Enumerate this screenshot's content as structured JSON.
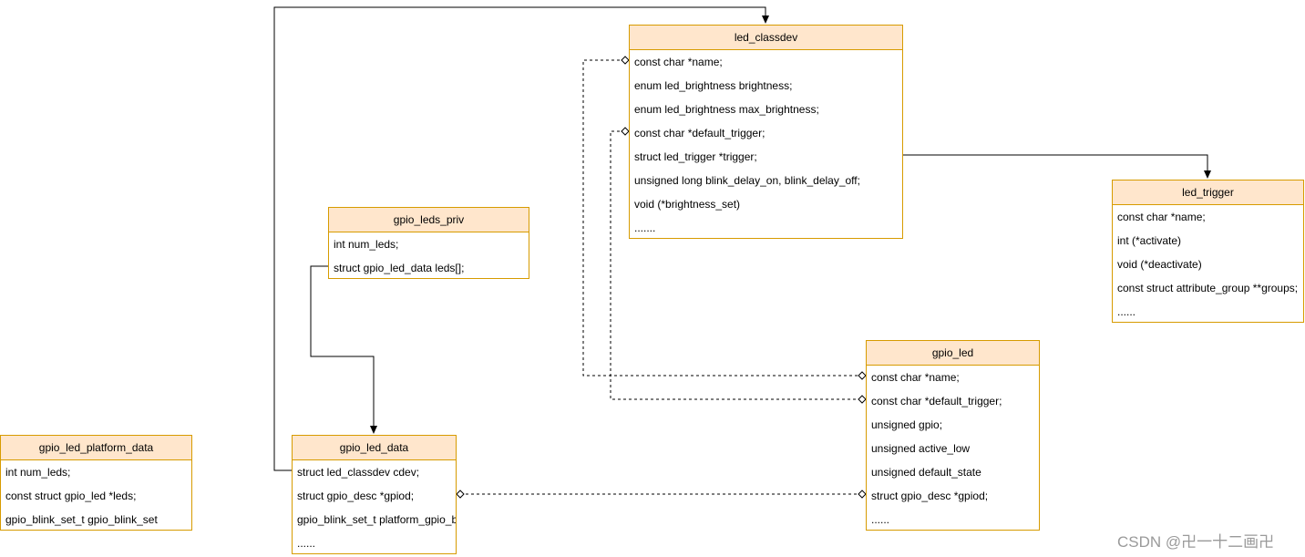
{
  "watermark": "CSDN @卍一十二画卍",
  "structs": {
    "led_classdev": {
      "title": "led_classdev",
      "fields": [
        "const char *name;",
        "enum led_brightness brightness;",
        "enum led_brightness max_brightness;",
        "const char *default_trigger;",
        "struct led_trigger *trigger;",
        "unsigned long blink_delay_on, blink_delay_off;",
        "void (*brightness_set)",
        "......."
      ]
    },
    "led_trigger": {
      "title": "led_trigger",
      "fields": [
        "const char *name;",
        "int (*activate)",
        "void (*deactivate)",
        "const struct attribute_group **groups;",
        "......"
      ]
    },
    "gpio_leds_priv": {
      "title": "gpio_leds_priv",
      "fields": [
        "int num_leds;",
        "struct gpio_led_data leds[];"
      ]
    },
    "gpio_led": {
      "title": "gpio_led",
      "fields": [
        "const char *name;",
        "const char *default_trigger;",
        "unsigned gpio;",
        "unsigned active_low",
        "unsigned default_state",
        "struct gpio_desc *gpiod;",
        "......"
      ]
    },
    "gpio_led_platform_data": {
      "title": "gpio_led_platform_data",
      "fields": [
        "int num_leds;",
        "const struct gpio_led *leds;",
        "gpio_blink_set_t gpio_blink_set"
      ]
    },
    "gpio_led_data": {
      "title": "gpio_led_data",
      "fields": [
        "struct led_classdev cdev;",
        "struct gpio_desc *gpiod;",
        "gpio_blink_set_t platform_gpio_blink_set;",
        "......"
      ]
    }
  }
}
